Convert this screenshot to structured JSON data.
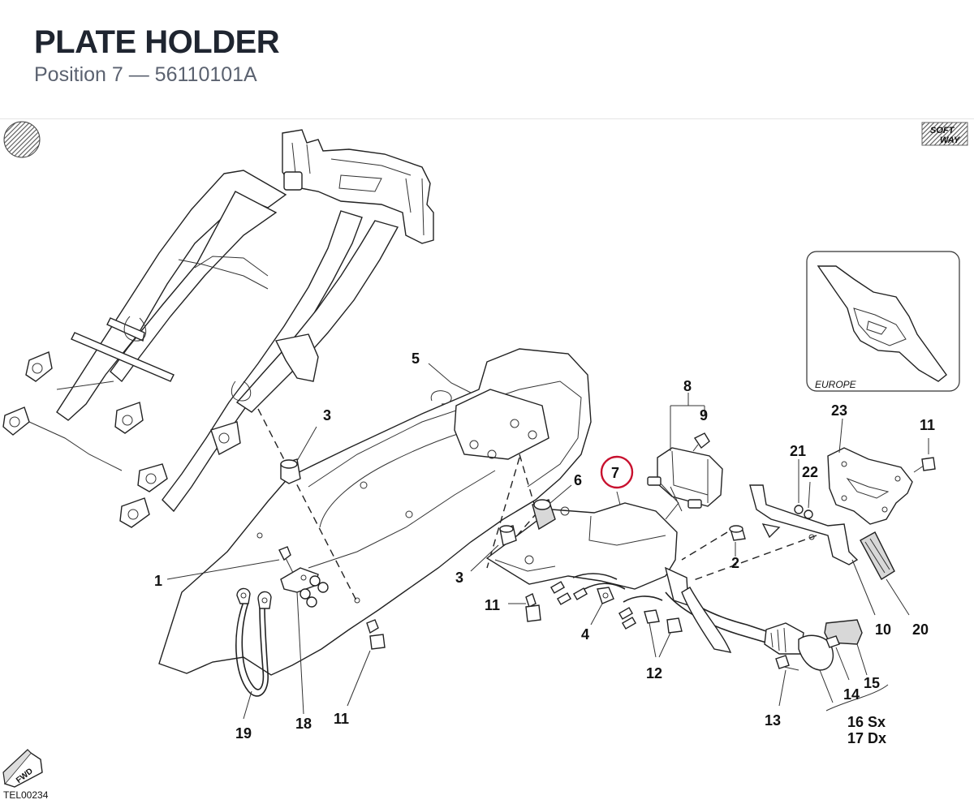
{
  "header": {
    "title": "PLATE HOLDER",
    "subtitle": "Position 7 — 56110101A"
  },
  "diagram": {
    "callouts": {
      "c1": "1",
      "c2": "2",
      "c3a": "3",
      "c3b": "3",
      "c4": "4",
      "c5": "5",
      "c6": "6",
      "c7": "7",
      "c8": "8",
      "c9": "9",
      "c10": "10",
      "c11a": "11",
      "c11b": "11",
      "c11c": "11",
      "c12": "12",
      "c13": "13",
      "c14": "14",
      "c15": "15",
      "c16": "16 Sx",
      "c17": "17 Dx",
      "c18": "18",
      "c19": "19",
      "c20": "20",
      "c21": "21",
      "c22": "22",
      "c23": "23"
    },
    "inset_label": "EUROPE",
    "logo_text_1": "SOFT",
    "logo_text_2": "WAY",
    "fwd_label": "FWD",
    "drawing_code": "TEL00234",
    "highlight_color": "#c8102e"
  }
}
